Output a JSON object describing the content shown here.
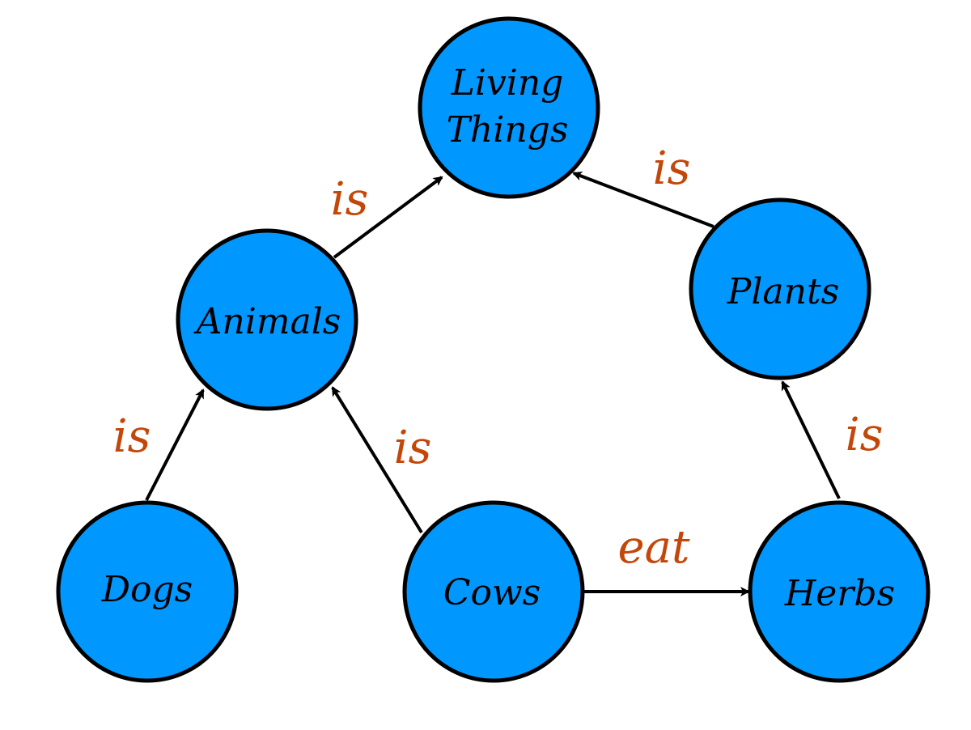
{
  "colors": {
    "node_fill": "#0097ff",
    "node_stroke": "#000000",
    "edge": "#000000",
    "label": "#c4470a"
  },
  "nodes": [
    {
      "id": "living_things",
      "lines": [
        "Living",
        "Things"
      ]
    },
    {
      "id": "animals",
      "lines": [
        "Animals"
      ]
    },
    {
      "id": "plants",
      "lines": [
        "Plants"
      ]
    },
    {
      "id": "dogs",
      "lines": [
        "Dogs"
      ]
    },
    {
      "id": "cows",
      "lines": [
        "Cows"
      ]
    },
    {
      "id": "herbs",
      "lines": [
        "Herbs"
      ]
    }
  ],
  "edges": [
    {
      "id": "animals_living",
      "from": "animals",
      "to": "living_things",
      "label": "is"
    },
    {
      "id": "plants_living",
      "from": "plants",
      "to": "living_things",
      "label": "is"
    },
    {
      "id": "dogs_animals",
      "from": "dogs",
      "to": "animals",
      "label": "is"
    },
    {
      "id": "cows_animals",
      "from": "cows",
      "to": "animals",
      "label": "is"
    },
    {
      "id": "herbs_plants",
      "from": "herbs",
      "to": "plants",
      "label": "is"
    },
    {
      "id": "cows_herbs",
      "from": "cows",
      "to": "herbs",
      "label": "eat"
    }
  ]
}
